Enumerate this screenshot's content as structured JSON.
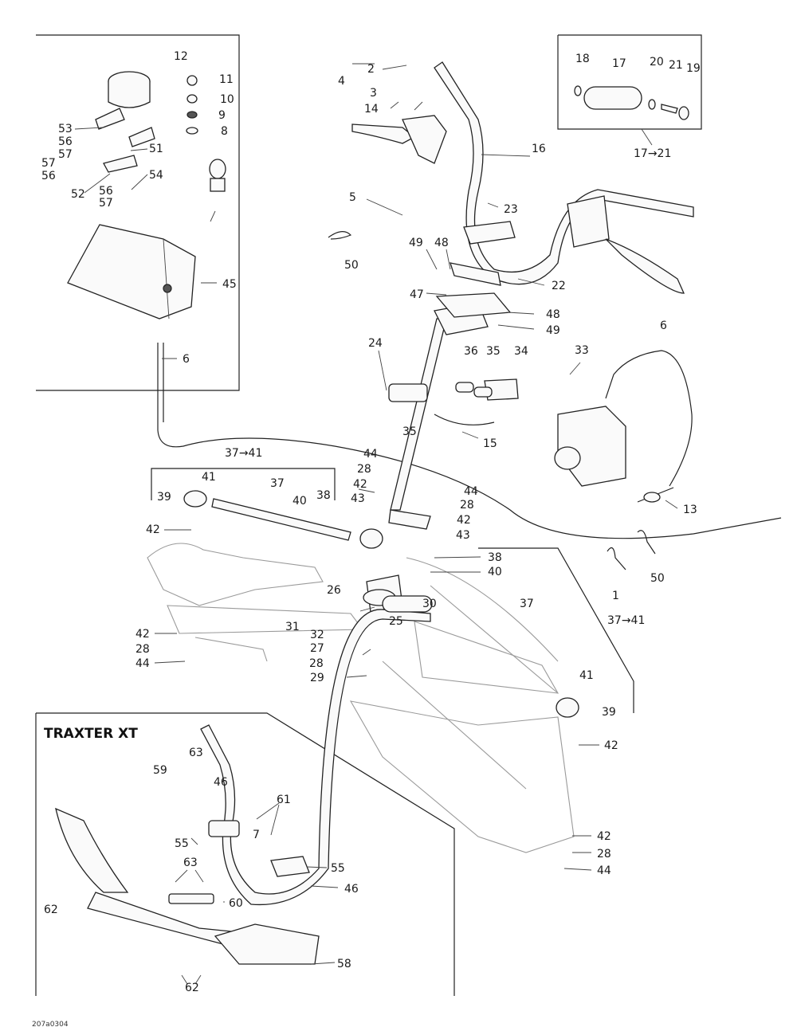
{
  "diagram": {
    "inset_title": "TRAXTER XT",
    "drawing_code": "207a0304",
    "group_labels": {
      "grip_group": "17→21",
      "tie_rod_group_left": "37→41",
      "tie_rod_group_right": "37→41"
    },
    "callouts": {
      "c1": "1",
      "c2": "2",
      "c3": "3",
      "c4": "4",
      "c5": "5",
      "c6a": "6",
      "c6b": "6",
      "c7": "7",
      "c8": "8",
      "c9": "9",
      "c10": "10",
      "c11": "11",
      "c12": "12",
      "c13": "13",
      "c14": "14",
      "c15": "15",
      "c16": "16",
      "c17": "17",
      "c18": "18",
      "c19": "19",
      "c20": "20",
      "c21": "21",
      "c22": "22",
      "c23": "23",
      "c24": "24",
      "c25": "25",
      "c26": "26",
      "c27": "27",
      "c28a": "28",
      "c28b": "28",
      "c28c": "28",
      "c28d": "28",
      "c28e": "28",
      "c29": "29",
      "c30": "30",
      "c31": "31",
      "c32": "32",
      "c33": "33",
      "c34": "34",
      "c35a": "35",
      "c35b": "35",
      "c36": "36",
      "c37a": "37",
      "c37b": "37",
      "c38a": "38",
      "c38b": "38",
      "c39a": "39",
      "c39b": "39",
      "c40a": "40",
      "c40b": "40",
      "c41a": "41",
      "c41b": "41",
      "c42a": "42",
      "c42b": "42",
      "c42c": "42",
      "c42d": "42",
      "c42e": "42",
      "c42f": "42",
      "c43a": "43",
      "c43b": "43",
      "c44a": "44",
      "c44b": "44",
      "c44c": "44",
      "c44d": "44",
      "c45": "45",
      "c46a": "46",
      "c46b": "46",
      "c47": "47",
      "c48a": "48",
      "c48b": "48",
      "c49a": "49",
      "c49b": "49",
      "c50a": "50",
      "c50b": "50",
      "c51": "51",
      "c52": "52",
      "c53": "53",
      "c54": "54",
      "c55a": "55",
      "c55b": "55",
      "c56a": "56",
      "c56b": "56",
      "c56c": "56",
      "c57a": "57",
      "c57b": "57",
      "c57c": "57",
      "c58": "58",
      "c59": "59",
      "c60": "60",
      "c61": "61",
      "c62a": "62",
      "c62b": "62",
      "c63a": "63",
      "c63b": "63"
    }
  }
}
